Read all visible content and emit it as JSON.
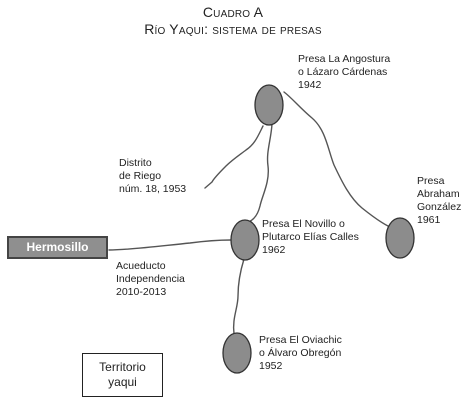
{
  "title": {
    "line1": "Cuadro A",
    "line2": "Río Yaqui: sistema de presas"
  },
  "colors": {
    "dam_fill": "#8c8c8c",
    "dam_stroke": "#333333",
    "river": "#555555",
    "hermosillo_fill": "#8f8f8f"
  },
  "dams": {
    "angostura": {
      "line1": "Presa La Angostura",
      "line2": "o Lázaro Cárdenas",
      "line3": "1942"
    },
    "novillo": {
      "line1": "Presa El Novillo o",
      "line2": "Plutarco Elías Calles",
      "line3": "1962"
    },
    "abraham": {
      "line1": "Presa",
      "line2": "Abraham",
      "line3": "González",
      "line4": "1961"
    },
    "oviachic": {
      "line1": "Presa El Oviachic",
      "line2": "o Álvaro Obregón",
      "line3": "1952"
    }
  },
  "distrito": {
    "line1": "Distrito",
    "line2": "de Riego",
    "line3": "núm. 18, 1953"
  },
  "acueducto": {
    "line1": "Acueducto",
    "line2": "Independencia",
    "line3": "2010-2013"
  },
  "hermosillo": "Hermosillo",
  "territorio": {
    "line1": "Territorio",
    "line2": "yaqui"
  }
}
